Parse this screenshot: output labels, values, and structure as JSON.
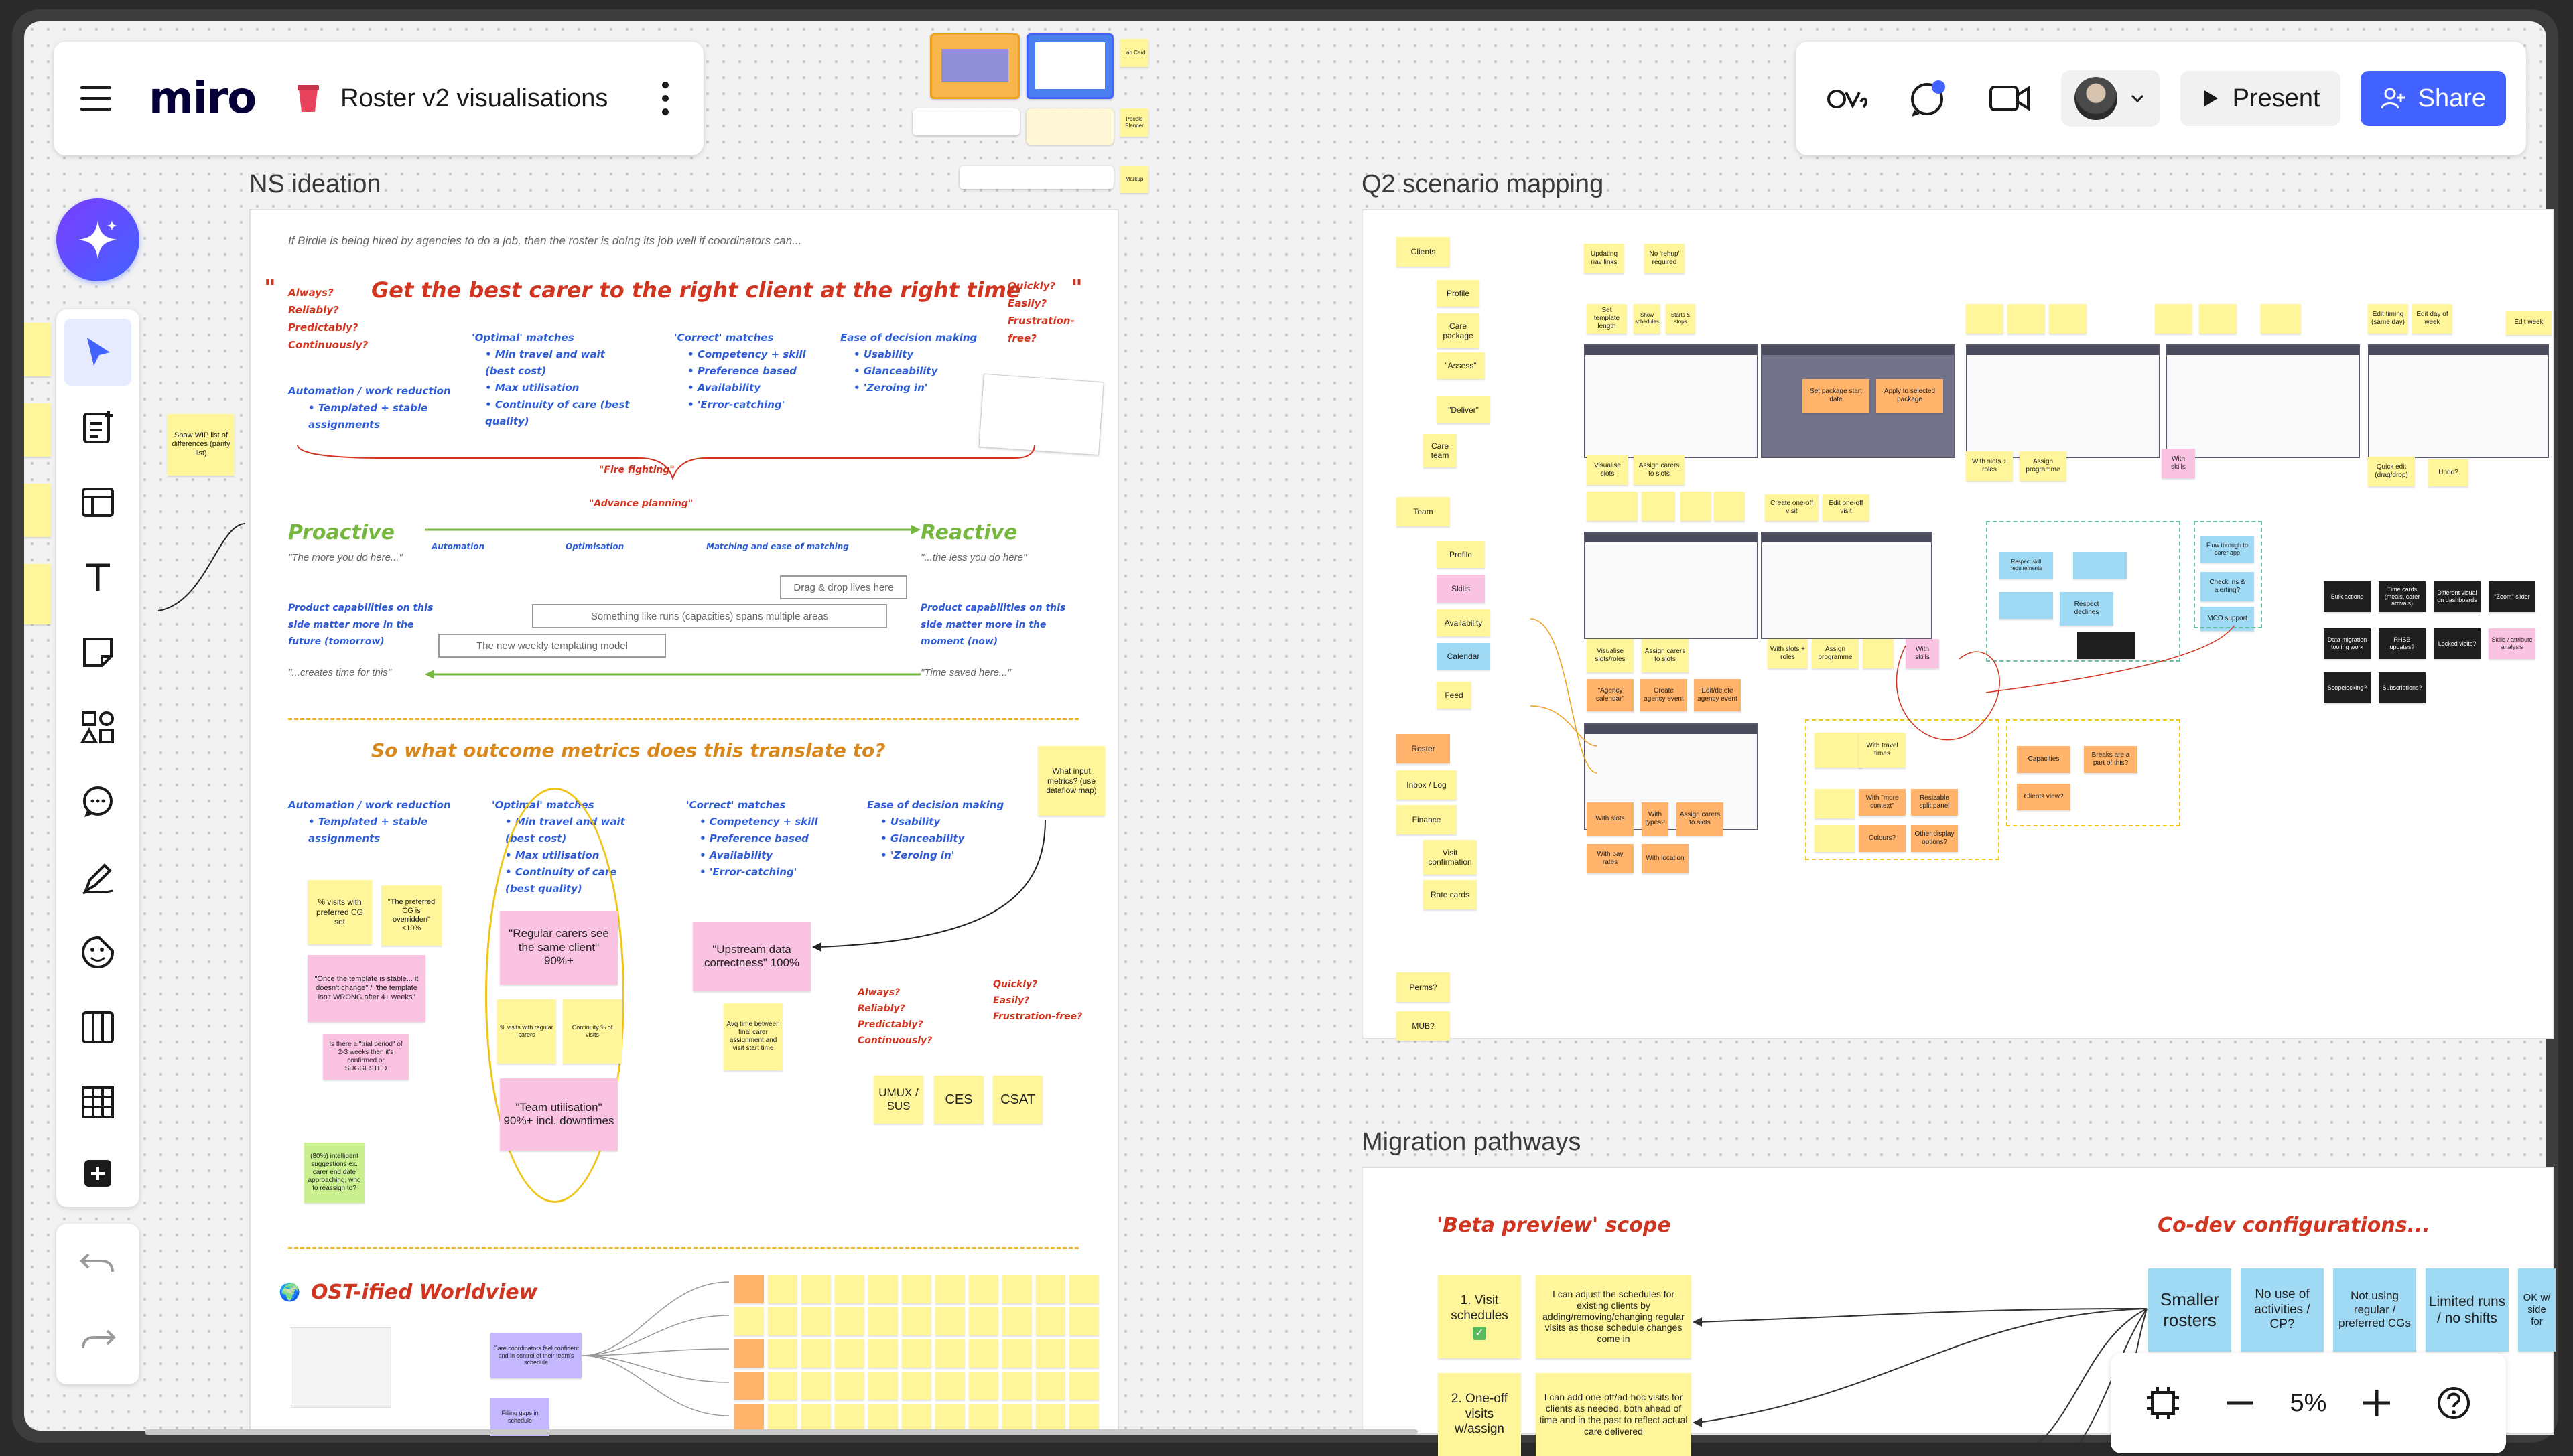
{
  "app": {
    "logo": "miro",
    "board_title": "Roster v2 visualisations"
  },
  "toolbar_right": {
    "present_label": "Present",
    "share_label": "Share"
  },
  "zoom": {
    "value": "5%"
  },
  "frames": {
    "ns": {
      "title": "NS ideation"
    },
    "q2": {
      "title": "Q2 scenario mapping"
    },
    "migration": {
      "title": "Migration pathways"
    }
  },
  "ns": {
    "intro": "If Birdie is being hired by agencies to do a job, then the roster is doing its job well if coordinators can...",
    "headline": "Get the best carer to the right client at the right time",
    "qualities_left": [
      "Always?",
      "Reliably?",
      "Predictably?",
      "Continuously?"
    ],
    "qualities_right": [
      "Quickly?",
      "Easily?",
      "Frustration-free?"
    ],
    "col1_title": "Automation / work reduction",
    "col1_items": [
      "Templated + stable assignments"
    ],
    "col2_title": "'Optimal' matches",
    "col2_items": [
      "Min travel and wait (best cost)",
      "Max utilisation",
      "Continuity of care (best quality)"
    ],
    "col3_title": "'Correct' matches",
    "col3_items": [
      "Competency + skill",
      "Preference based",
      "Availability",
      "'Error-catching'"
    ],
    "col4_title": "Ease of decision making",
    "col4_items": [
      "Usability",
      "Glanceability",
      "'Zeroing in'"
    ],
    "fire_fighting": "\"Fire fighting\"",
    "advance_planning": "\"Advance planning\"",
    "proactive": "Proactive",
    "reactive": "Reactive",
    "proactive_quote": "\"The more you do here...\"",
    "reactive_quote": "\"...the less you do here\"",
    "axis_automation": "Automation",
    "axis_optimisation": "Optimisation",
    "axis_matching": "Matching and ease of matching",
    "drag_drop": "Drag & drop lives here",
    "runs_box": "Something like runs (capacities) spans multiple areas",
    "templating_box": "The new weekly templating model",
    "product_left": "Product capabilities on this side matter more in the future (tomorrow)",
    "product_right": "Product capabilities on this side matter more in the moment (now)",
    "creates_time": "\"...creates time for this\"",
    "time_saved": "\"Time saved here...\"",
    "outcome_title": "So what outcome metrics does this translate to?",
    "metrics_note": "What input metrics? (use dataflow map)",
    "wip_note": "Show WIP list of differences (parity list)",
    "ost_title": "OST-ified Worldview",
    "sticky_visits": "% visits with preferred CG set",
    "sticky_preferred": "\"The preferred CG is overridden\" <10%",
    "sticky_template": "\"Once the template is stable... it doesn't change\" / \"the template isn't WRONG after 4+ weeks\"",
    "sticky_trial": "Is there a \"trial period\" of 2-3 weeks then it's confirmed or SUGGESTED",
    "sticky_ai": "(80%) intelligent suggestions ex. carer end date approaching, who to reassign to?",
    "sticky_regular": "\"Regular carers see the same client\" 90%+",
    "sticky_team": "\"Team utilisation\" 90%+ incl. downtimes",
    "sticky_upstream": "\"Upstream data correctness\" 100%",
    "sticky_avg_time": "Avg time between final carer assignment and visit start time",
    "metric_umux": "UMUX / SUS",
    "metric_ces": "CES",
    "metric_csat": "CSAT",
    "ost_center": "Care coordinators feel confident and in control of their team's schedule"
  },
  "q2": {
    "left_col": [
      "Clients",
      "Profile",
      "Care package",
      "\"Assess\"",
      "\"Deliver\"",
      "Care team",
      "Team",
      "Profile",
      "Skills",
      "Availability",
      "Calendar",
      "Feed",
      "Roster",
      "Inbox / Log",
      "Finance",
      "Visit confirmation",
      "Rate cards",
      "Perms?",
      "MUB?"
    ],
    "top_stickies": [
      "Updating nav links",
      "No 'rehup' required",
      "Set template length",
      "Show schedules",
      "Starts & stops",
      "Edit timing (same day)",
      "Edit day of week",
      "Edit week"
    ],
    "stickies_a": [
      "Visualise slots",
      "Assign carers to slots",
      "Visualise slots/roles",
      "Assign carers to slots",
      "Create one-off visit",
      "Edit one-off visit"
    ],
    "stickies_b": [
      "With slots + roles",
      "Assign programme",
      "With skills",
      "Quick edit (drag/drop)",
      "Undo?"
    ],
    "stickies_c": [
      "\"Agency calendar\"",
      "Create agency event",
      "Edit/delete agency event"
    ],
    "stickies_d": [
      "With slots",
      "With types?",
      "Assign carers to slots",
      "With pay rates",
      "With location"
    ],
    "stickies_e": [
      "Respect skill requirements",
      "Respect declines",
      "Flow through to carer app",
      "Check ins & alerting?",
      "MCO support"
    ],
    "stickies_f": [
      "With travel times",
      "With \"more context\"",
      "Resizable split panel",
      "Colours?",
      "Other display options?",
      "Capacities",
      "Breaks are a part of this?",
      "Clients view?"
    ],
    "dark_stickies": [
      "Bulk actions",
      "Time cards (meals, carer arrivals)",
      "Different visual on dashboards",
      "\"Zoom\" slider",
      "Data migration tooling work",
      "RHSB updates?",
      "Locked visits?",
      "Skills / attribute analysis",
      "Scopelocking?",
      "Subscriptions?"
    ]
  },
  "migration": {
    "beta_title": "'Beta preview' scope",
    "codev_title": "Co-dev configurations...",
    "item1": "1. Visit schedules",
    "item1_desc": "I can adjust the schedules for existing clients by adding/removing/changing regular visits as those schedule changes come in",
    "item2": "2. One-off visits w/assign",
    "item2_desc": "I can add one-off/ad-hoc visits for clients as needed, both ahead of time and in the past to reflect actual care delivered",
    "codev": [
      "Smaller rosters",
      "No use of activities / CP?",
      "Not using regular / preferred CGs",
      "Limited runs / no shifts",
      "OK w/ side for"
    ]
  },
  "colors": {
    "accent": "#4262ff",
    "sticky_yellow": "#fff59b",
    "sticky_pink": "#fbc3e2",
    "sticky_orange": "#ffb36b",
    "sticky_blue": "#9fd9f4",
    "sticky_green": "#c9ef8f"
  }
}
